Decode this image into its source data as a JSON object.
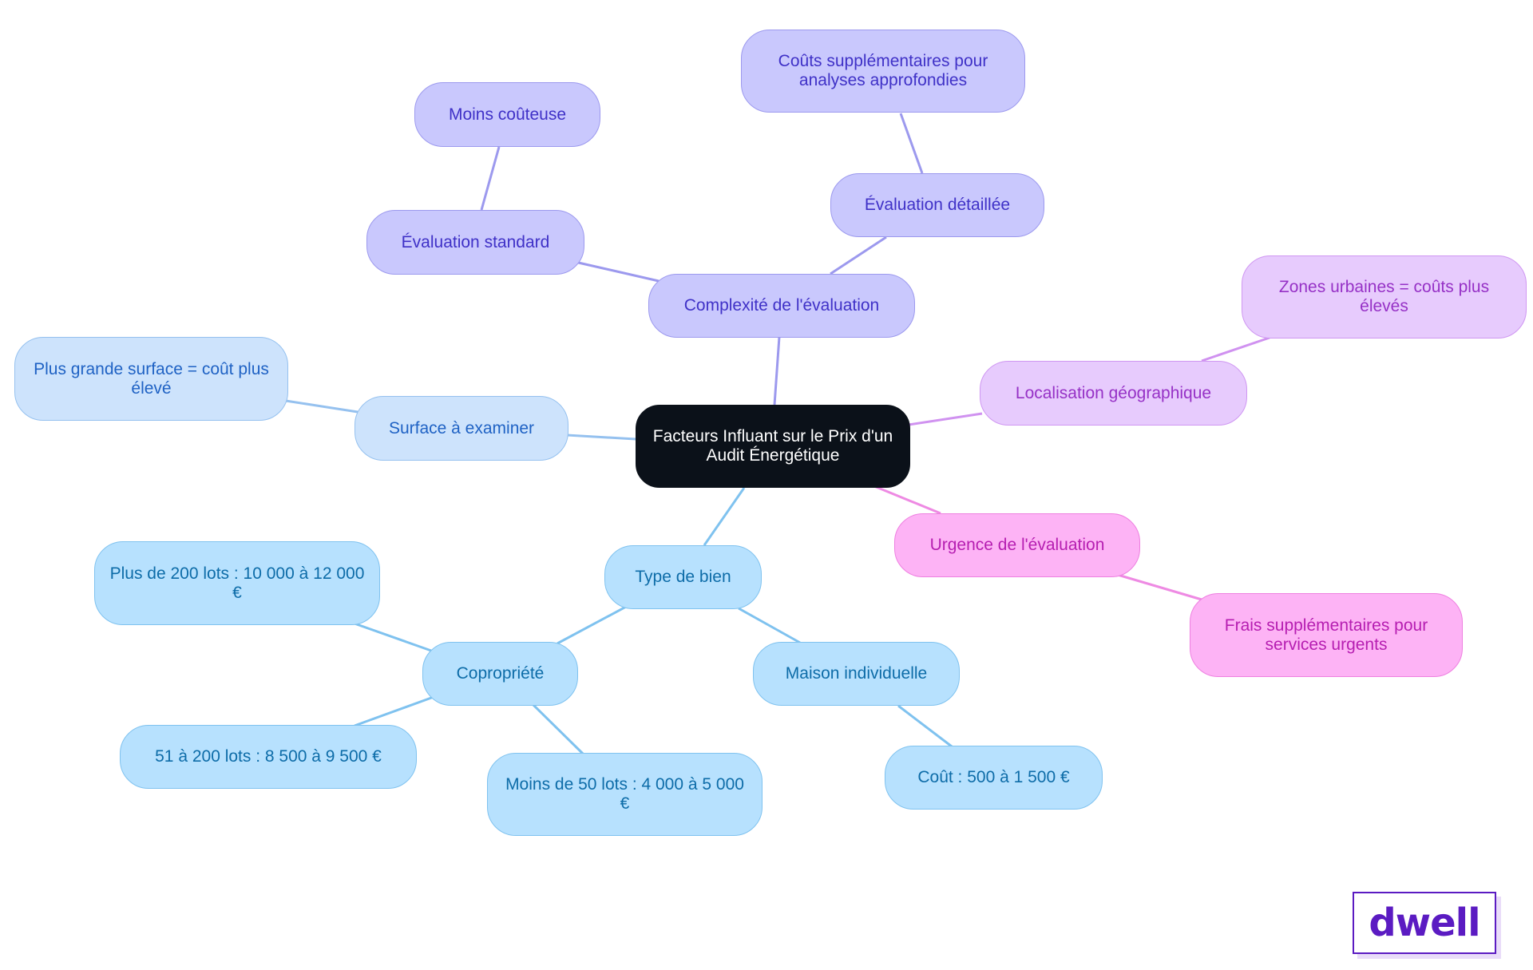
{
  "diagram": {
    "root": "Facteurs Influant sur le Prix d'un Audit Énergétique",
    "branches": {
      "complexite": {
        "label": "Complexité de l'évaluation",
        "standard": "Évaluation standard",
        "standard_note": "Moins coûteuse",
        "detaillee": "Évaluation détaillée",
        "detaillee_note": "Coûts supplémentaires pour analyses approfondies"
      },
      "localisation": {
        "label": "Localisation géographique",
        "note": "Zones urbaines = coûts plus élevés"
      },
      "urgence": {
        "label": "Urgence de l'évaluation",
        "note": "Frais supplémentaires pour services urgents"
      },
      "surface": {
        "label": "Surface à examiner",
        "note": "Plus grande surface = coût plus élevé"
      },
      "type_bien": {
        "label": "Type de bien",
        "copropriete": "Copropriété",
        "copro_200": "Plus de 200 lots : 10 000 à 12 000 €",
        "copro_51": "51 à 200 lots : 8 500 à 9 500 €",
        "copro_50": "Moins de 50 lots : 4 000 à 5 000 €",
        "maison": "Maison individuelle",
        "maison_cout": "Coût : 500 à 1 500 €"
      }
    }
  },
  "colors": {
    "purple_edge": "#9c99ee",
    "violet_edge": "#d092f0",
    "pink_edge": "#ee8ae3",
    "lblue_edge": "#95c1ef",
    "sky_edge": "#7fc2ef"
  },
  "brand": {
    "logo": "dwell"
  }
}
